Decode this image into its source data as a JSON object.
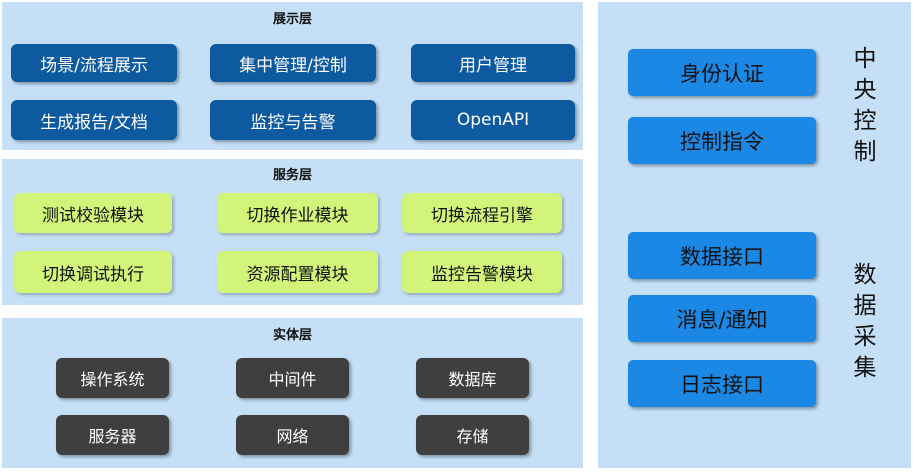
{
  "presentation_layer": {
    "title": "展示层",
    "items": [
      "场景/流程展示",
      "集中管理/控制",
      "用户管理",
      "生成报告/文档",
      "监控与告警",
      "OpenAPI"
    ]
  },
  "service_layer": {
    "title": "服务层",
    "items": [
      "测试校验模块",
      "切换作业模块",
      "切换流程引擎",
      "切换调试执行",
      "资源配置模块",
      "监控告警模块"
    ]
  },
  "entity_layer": {
    "title": "实体层",
    "items": [
      "操作系统",
      "中间件",
      "数据库",
      "服务器",
      "网络",
      "存储"
    ]
  },
  "side_panel": {
    "central_control": {
      "label": [
        "中",
        "央",
        "控",
        "制"
      ],
      "items": [
        "身份认证",
        "控制指令"
      ]
    },
    "data_collection": {
      "label": [
        "数",
        "据",
        "采",
        "集"
      ],
      "items": [
        "数据接口",
        "消息/通知",
        "日志接口"
      ]
    }
  },
  "colors": {
    "panel_bg": "#c5e0f6",
    "presentation_box": "#0d5aa0",
    "service_box": "#d2f47a",
    "entity_box": "#3f3f3f",
    "side_box": "#1b88e5"
  }
}
